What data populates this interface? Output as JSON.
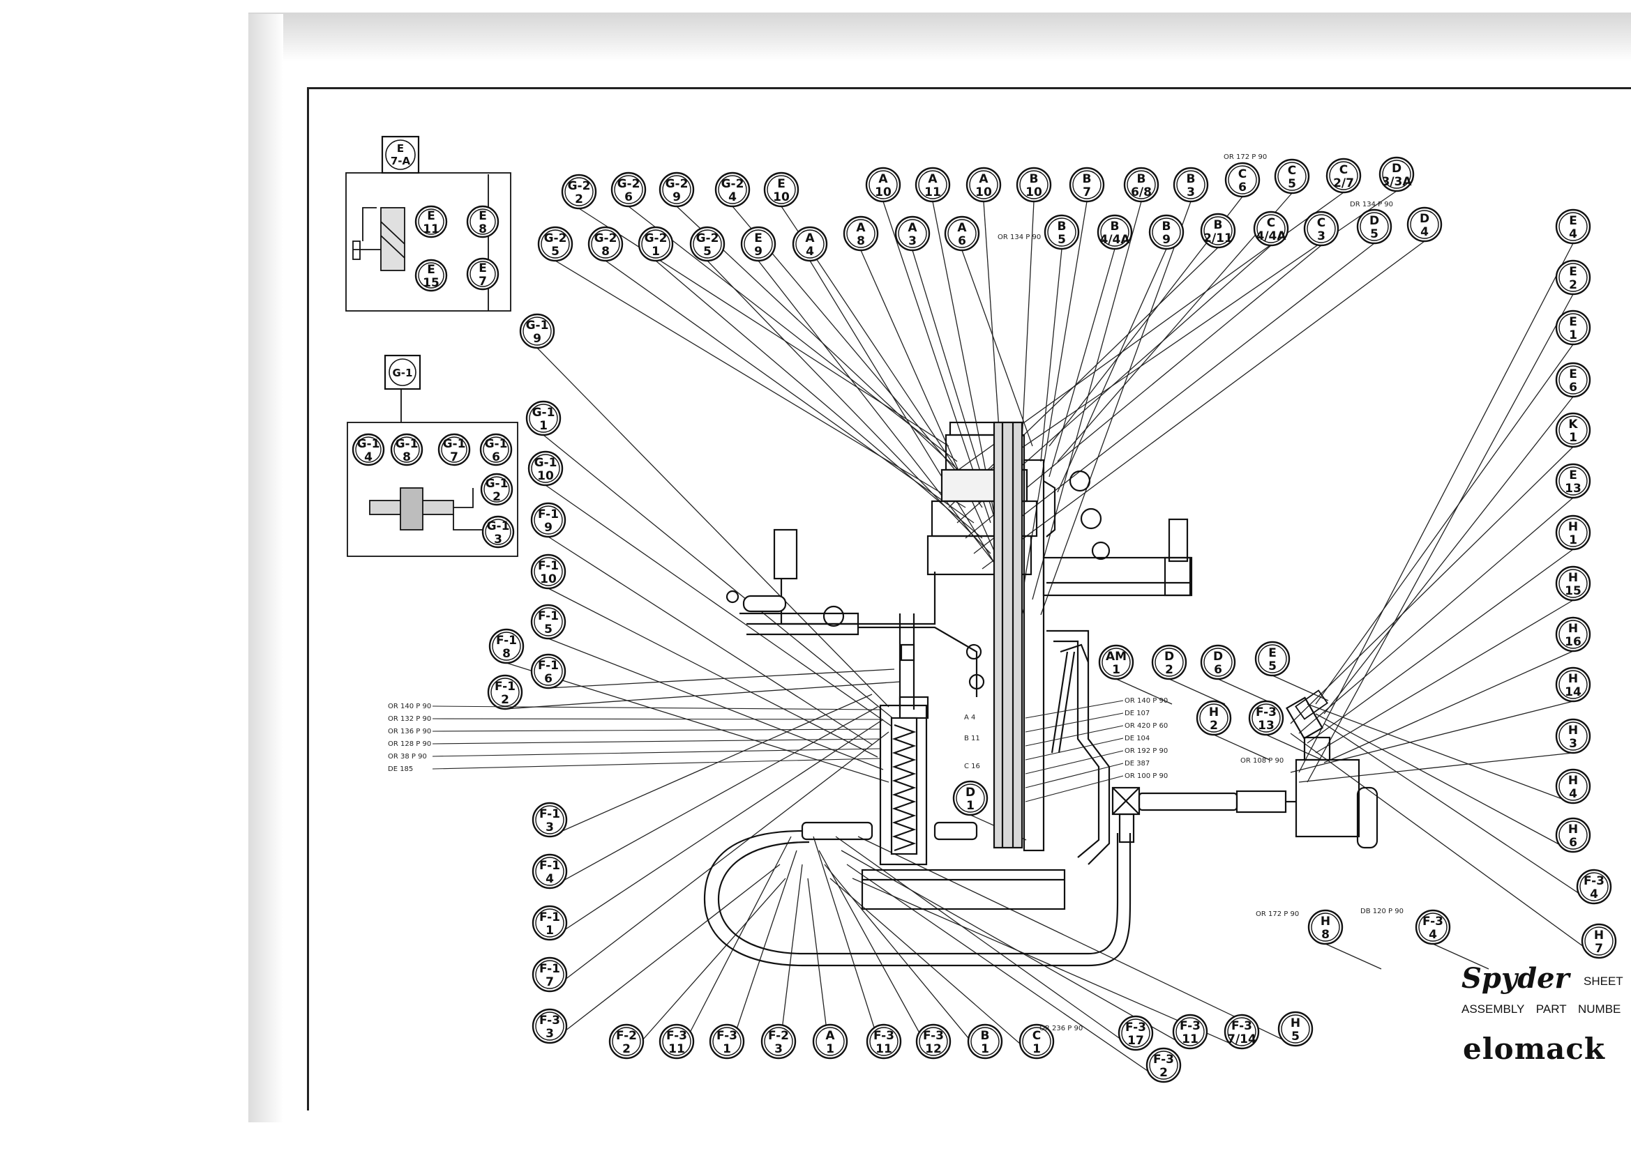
{
  "title_block": {
    "brand": "Spyder",
    "sheet_label": "SHEET",
    "assembly_label": "ASSEMBLY PART NUMBE",
    "company": "elomack"
  },
  "detail_boxes": {
    "e7a": {
      "tag": [
        "E",
        "7-A"
      ],
      "bubbles": [
        [
          "E",
          "11"
        ],
        [
          "E",
          "8"
        ],
        [
          "E",
          "15"
        ],
        [
          "E",
          "7"
        ]
      ]
    },
    "g1": {
      "tag": [
        "G-1"
      ],
      "bubbles": [
        [
          "G-1",
          "4"
        ],
        [
          "G-1",
          "8"
        ],
        [
          "G-1",
          "7"
        ],
        [
          "G-1",
          "6"
        ],
        [
          "G-1",
          "2"
        ],
        [
          "G-1",
          "3"
        ]
      ]
    }
  },
  "callouts": [
    [
      "G-2",
      "2"
    ],
    [
      "G-2",
      "6"
    ],
    [
      "G-2",
      "9"
    ],
    [
      "G-2",
      "4"
    ],
    [
      "E",
      "10"
    ],
    [
      "A",
      "10"
    ],
    [
      "A",
      "11"
    ],
    [
      "A",
      "10"
    ],
    [
      "B",
      "10"
    ],
    [
      "B",
      "7"
    ],
    [
      "B",
      "6/8"
    ],
    [
      "B",
      "3"
    ],
    [
      "C",
      "6"
    ],
    [
      "C",
      "5"
    ],
    [
      "C",
      "2/7"
    ],
    [
      "D",
      "3/3A"
    ],
    [
      "G-2",
      "5"
    ],
    [
      "G-2",
      "8"
    ],
    [
      "G-2",
      "1"
    ],
    [
      "G-2",
      "5"
    ],
    [
      "E",
      "9"
    ],
    [
      "A",
      "4"
    ],
    [
      "A",
      "8"
    ],
    [
      "A",
      "3"
    ],
    [
      "A",
      "6"
    ],
    [
      "B",
      "5"
    ],
    [
      "B",
      "4/4A"
    ],
    [
      "B",
      "9"
    ],
    [
      "B",
      "2/11"
    ],
    [
      "C",
      "4/4A"
    ],
    [
      "C",
      "3"
    ],
    [
      "D",
      "5"
    ],
    [
      "D",
      "4"
    ],
    [
      "G-1",
      "9"
    ],
    [
      "G-1",
      "1"
    ],
    [
      "G-1",
      "10"
    ],
    [
      "F-1",
      "9"
    ],
    [
      "F-1",
      "10"
    ],
    [
      "F-1",
      "5"
    ],
    [
      "F-1",
      "8"
    ],
    [
      "F-1",
      "6"
    ],
    [
      "F-1",
      "2"
    ],
    [
      "F-1",
      "3"
    ],
    [
      "F-1",
      "4"
    ],
    [
      "F-1",
      "1"
    ],
    [
      "F-1",
      "7"
    ],
    [
      "F-3",
      "3"
    ],
    [
      "F-2",
      "2"
    ],
    [
      "F-3",
      "11"
    ],
    [
      "F-3",
      "1"
    ],
    [
      "F-2",
      "3"
    ],
    [
      "A",
      "1"
    ],
    [
      "F-3",
      "11"
    ],
    [
      "F-3",
      "12"
    ],
    [
      "B",
      "1"
    ],
    [
      "C",
      "1"
    ],
    [
      "F-3",
      "17"
    ],
    [
      "F-3",
      "11"
    ],
    [
      "F-3",
      "2"
    ],
    [
      "F-3",
      "7/14"
    ],
    [
      "H",
      "5"
    ],
    [
      "E",
      "4"
    ],
    [
      "E",
      "2"
    ],
    [
      "E",
      "1"
    ],
    [
      "E",
      "6"
    ],
    [
      "K",
      "1"
    ],
    [
      "E",
      "13"
    ],
    [
      "H",
      "1"
    ],
    [
      "H",
      "15"
    ],
    [
      "H",
      "16"
    ],
    [
      "H",
      "14"
    ],
    [
      "H",
      "3"
    ],
    [
      "H",
      "4"
    ],
    [
      "H",
      "6"
    ],
    [
      "F-3",
      "4"
    ],
    [
      "H",
      "7"
    ],
    [
      "AM",
      "1"
    ],
    [
      "D",
      "2"
    ],
    [
      "D",
      "6"
    ],
    [
      "E",
      "5"
    ],
    [
      "H",
      "2"
    ],
    [
      "F-3",
      "13"
    ],
    [
      "D",
      "1"
    ],
    [
      "H",
      "8"
    ],
    [
      "F-3",
      "4"
    ]
  ],
  "reference_notes": {
    "left": [
      "OR 140 P 90",
      "OR 132 P 90",
      "OR 136 P 90",
      "OR 128 P 90",
      "OR 38 P 90",
      "DE 185"
    ],
    "center": [
      "OR 140 P 90",
      "DE 107",
      "OR 420 P 60",
      "DE 104",
      "OR 192 P 90",
      "DE 387",
      "OR 100 P 90"
    ],
    "top": [
      "OR 172 P 90",
      "DR 134 P 90",
      "OR 134 P 90"
    ],
    "misc": [
      "A 4",
      "B 11",
      "C 16",
      "OR 108 P 90",
      "OR 172 P 90",
      "DB 120 P 90",
      "OR 236 P 90"
    ]
  }
}
